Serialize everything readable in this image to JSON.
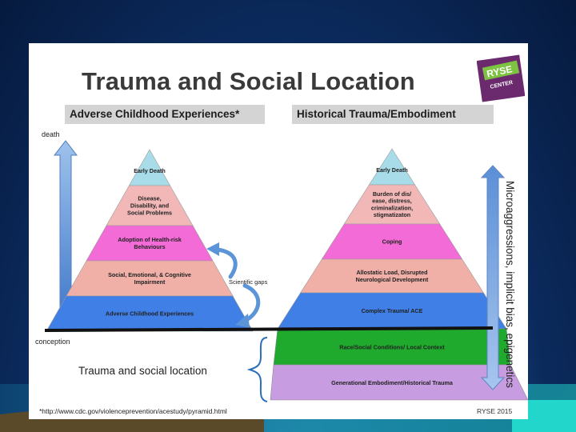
{
  "title": "Trauma and Social Location",
  "logo": {
    "line1": "RYSE",
    "line2": "CENTER"
  },
  "headers": {
    "left": "Adverse Childhood Experiences*",
    "right": "Historical Trauma/Embodiment"
  },
  "left_axis": {
    "top_label": "death",
    "bottom_label": "conception"
  },
  "left_pyramid": {
    "levels": [
      {
        "lines": [
          "Early Death"
        ],
        "color": "#a8dce8"
      },
      {
        "lines": [
          "Disease,",
          "Disability, and",
          "Social Problems"
        ],
        "color": "#f2b8b8"
      },
      {
        "lines": [
          "Adoption of Health-risk",
          "Behaviours"
        ],
        "color": "#f26bd6"
      },
      {
        "lines": [
          "Social, Emotional, & Cognitive",
          "Impairment"
        ],
        "color": "#f0b0a8"
      },
      {
        "lines": [
          "Adverse Childhood Experiences"
        ],
        "color": "#3f7fe6"
      }
    ]
  },
  "gap_label": "Scientific gaps",
  "right_pyramid": {
    "levels": [
      {
        "lines": [
          "Early Death"
        ],
        "color": "#a8dce8"
      },
      {
        "lines": [
          "Burden of dis/",
          "ease, distress,",
          "criminalization,",
          "stigmatizaton"
        ],
        "color": "#f2b8b8"
      },
      {
        "lines": [
          "Coping"
        ],
        "color": "#f26bd6"
      },
      {
        "lines": [
          "Allostatic Load, Disrupted",
          "Neurological Development"
        ],
        "color": "#f0b0a8"
      },
      {
        "lines": [
          "Complex Trauma/ ACE"
        ],
        "color": "#3f7fe6"
      }
    ],
    "below": [
      {
        "label": "Race/Social Conditions/ Local Context",
        "color": "#1faa2e"
      },
      {
        "label": "Generational Embodiment/Historical Trauma",
        "color": "#c89ce0"
      }
    ]
  },
  "right_axis_label": "Microaggressions, implicit bias, epigenetics",
  "brace_label": "Trauma and social location",
  "footnote": "*http://www.cdc.gov/violenceprevention/acestudy/pyramid.html",
  "credit": "RYSE 2015"
}
